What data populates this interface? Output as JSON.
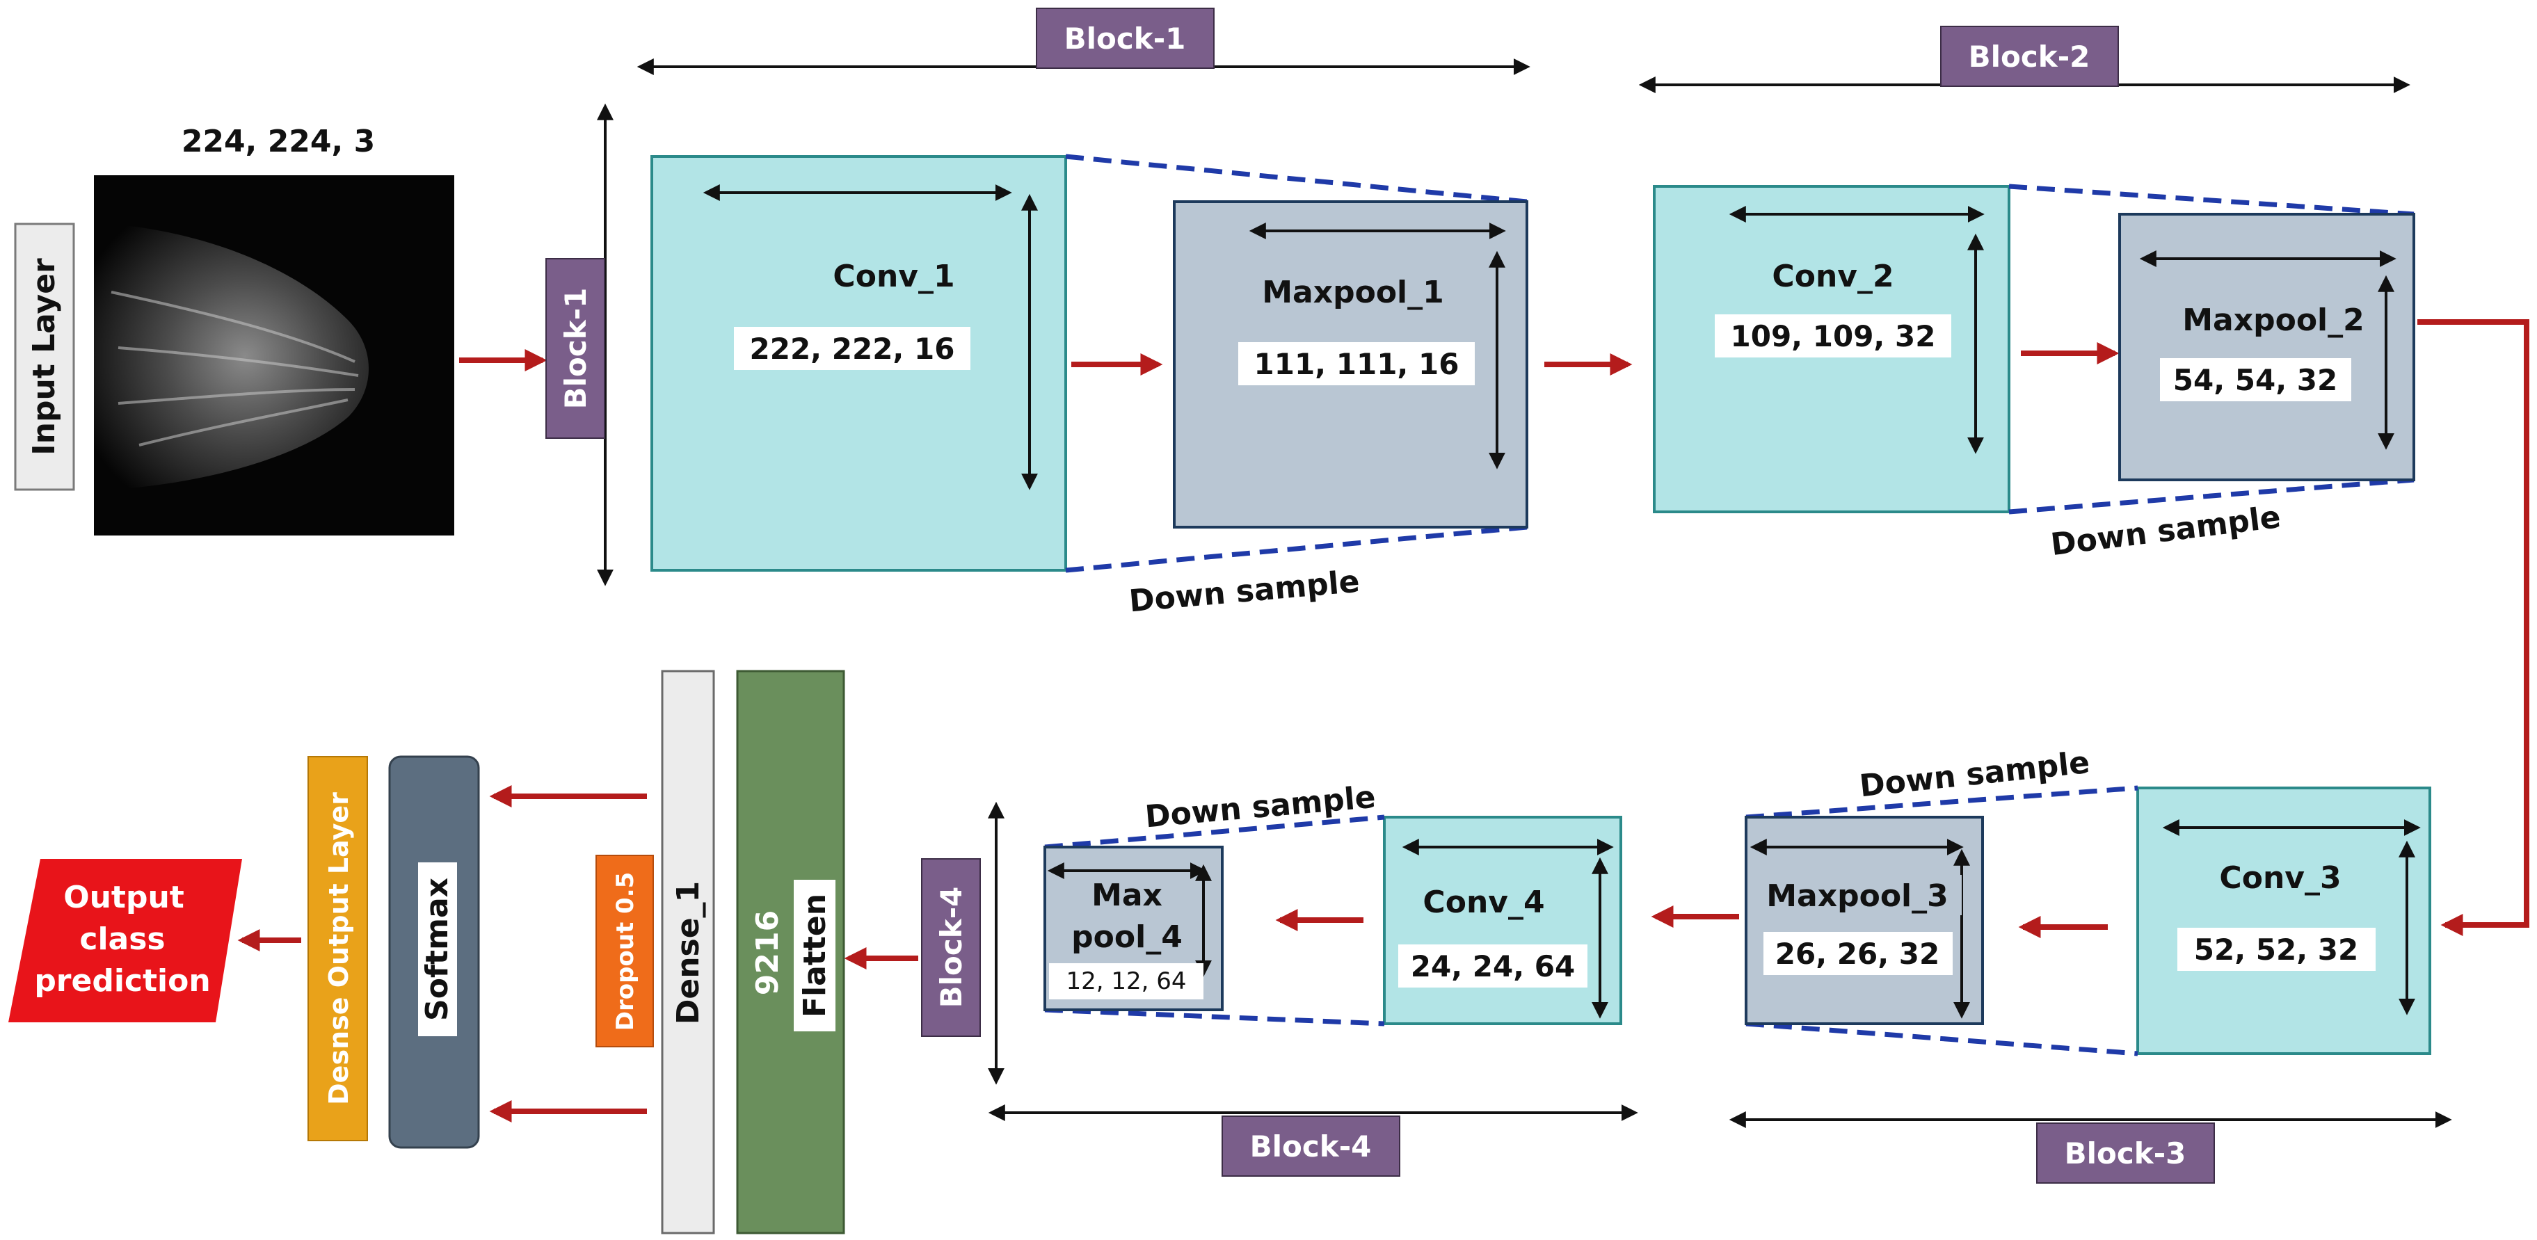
{
  "input": {
    "dims": "224, 224, 3",
    "layer_label": "Input Layer"
  },
  "blocks": {
    "b1": "Block-1",
    "b2": "Block-2",
    "b3": "Block-3",
    "b4": "Block-4"
  },
  "conv1": {
    "label": "Conv_1",
    "dims": "222, 222, 16"
  },
  "maxpool1": {
    "label": "Maxpool_1",
    "dims": "111, 111, 16"
  },
  "conv2": {
    "label": "Conv_2",
    "dims": "109, 109, 32"
  },
  "maxpool2": {
    "label": "Maxpool_2",
    "dims": "54, 54, 32"
  },
  "conv3": {
    "label": "Conv_3",
    "dims": "52, 52, 32"
  },
  "maxpool3": {
    "label": "Maxpool_3",
    "dims": "26, 26, 32"
  },
  "conv4": {
    "label": "Conv_4",
    "dims": "24, 24, 64"
  },
  "maxpool4": {
    "label_line1": "Max",
    "label_line2": "pool_4",
    "dims": "12, 12, 64"
  },
  "down_sample": "Down sample",
  "flatten": {
    "count": "9216",
    "label": "Flatten"
  },
  "dense": {
    "label": "Dense_1",
    "dropout": "Dropout 0.5"
  },
  "softmax": "Softmax",
  "output_layer": "Desnse Output Layer",
  "output": {
    "line1": "Output",
    "line2": "class",
    "line3": "prediction"
  },
  "colors": {
    "conv": "#b2e4e6",
    "conv_border": "#2b8a8a",
    "pool": "#b9c6d3",
    "pool_border": "#1d3a5c",
    "block_tag": "#7a5e8a",
    "arrow_red": "#b41c1c",
    "dash_blue": "#1f3aa8",
    "flatten": "#6a8f5c",
    "softmax": "#5c6e80",
    "dense_out": "#e9a21a",
    "dropout": "#ef6c1a",
    "output": "#e8141a"
  }
}
